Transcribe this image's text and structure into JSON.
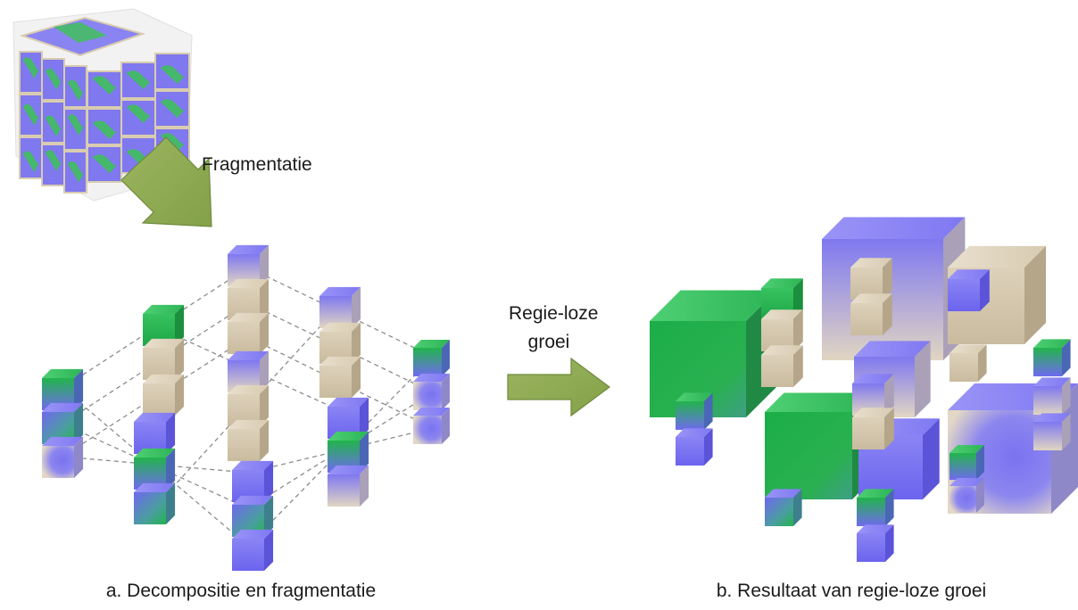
{
  "labels": {
    "fragmentation": "Fragmentatie",
    "growth_line1": "Regie-loze",
    "growth_line2": "groei"
  },
  "captions": {
    "a": "a. Decompositie en fragmentatie",
    "b": "b. Resultaat van regie-loze groei"
  },
  "colors": {
    "blue": "#7a72f0",
    "green": "#25b84e",
    "beige": "#d9ccb4",
    "arrow": "#8fac52",
    "grid_line": "#888888"
  }
}
